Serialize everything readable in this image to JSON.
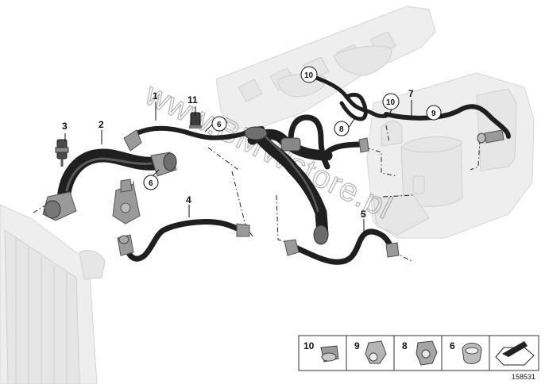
{
  "watermark": "www.BMWstore.pl",
  "reference_number": "158531",
  "parts": [
    {
      "id": "p1",
      "label": "1"
    },
    {
      "id": "p2",
      "label": "2"
    },
    {
      "id": "p3",
      "label": "3"
    },
    {
      "id": "p4",
      "label": "4"
    },
    {
      "id": "p5",
      "label": "5"
    },
    {
      "id": "p6a",
      "label": "6"
    },
    {
      "id": "p6b",
      "label": "6"
    },
    {
      "id": "p7",
      "label": "7"
    },
    {
      "id": "p8",
      "label": "8"
    },
    {
      "id": "p9",
      "label": "9"
    },
    {
      "id": "p10a",
      "label": "10"
    },
    {
      "id": "p10b",
      "label": "10"
    },
    {
      "id": "p11",
      "label": "11"
    }
  ],
  "legend": [
    {
      "label": "10",
      "icon": "hose-clamp-10-icon"
    },
    {
      "label": "9",
      "icon": "hose-clip-9-icon"
    },
    {
      "label": "8",
      "icon": "hose-clip-8-icon"
    },
    {
      "label": "6",
      "icon": "hose-clip-6-icon"
    },
    {
      "label": "",
      "icon": "arrow-ruler-icon"
    }
  ]
}
